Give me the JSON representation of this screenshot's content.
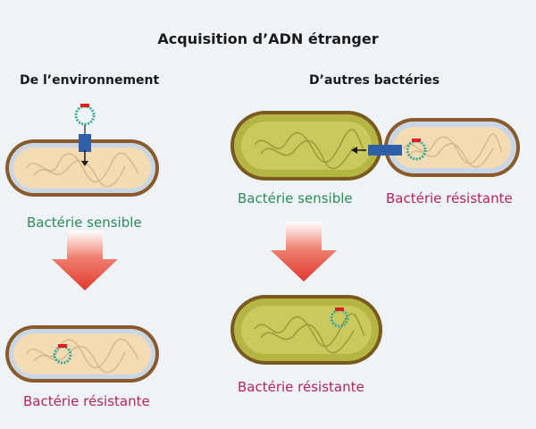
{
  "title": "Acquisition d’ADN étranger",
  "left": {
    "heading": "De l’environnement",
    "label_top": "Bactérie sensible",
    "label_bottom": "Bactérie résistante"
  },
  "right": {
    "heading": "D’autres bactéries",
    "label_sensitive": "Bactérie sensible",
    "label_resistant": "Bactérie résistante",
    "label_bottom": "Bactérie résistante"
  },
  "colors": {
    "sensitive_label": "#2e8b57",
    "resistant_label": "#b3245c",
    "arrow": "#e03a2e",
    "plasmid": "#3aa89a",
    "resistance_gene": "#e02020",
    "pilus": "#2f5fa8",
    "cell_wall": "#8a5a2b",
    "plain_cytoplasm": "#f3dcb4",
    "olive_cytoplasm": "#b5b544"
  }
}
